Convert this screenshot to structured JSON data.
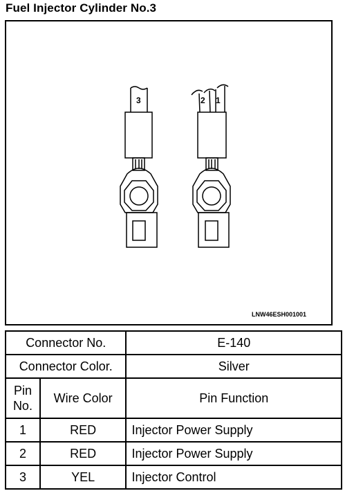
{
  "title": "Fuel Injector Cylinder No.3",
  "figure": {
    "figure_id": "LNW46ESH001001",
    "left_connector_pin_label": "3",
    "right_connector_pin_labels": [
      "2",
      "1"
    ]
  },
  "table": {
    "connector_no_label": "Connector No.",
    "connector_no_value": "E-140",
    "connector_color_label": "Connector Color.",
    "connector_color_value": "Silver",
    "headers": {
      "pin_no": "Pin\nNo.",
      "wire_color": "Wire Color",
      "pin_function": "Pin Function"
    },
    "rows": [
      {
        "pin": "1",
        "wire_color": "RED",
        "function": "Injector Power Supply"
      },
      {
        "pin": "2",
        "wire_color": "RED",
        "function": "Injector Power Supply"
      },
      {
        "pin": "3",
        "wire_color": "YEL",
        "function": "Injector Control"
      }
    ]
  }
}
